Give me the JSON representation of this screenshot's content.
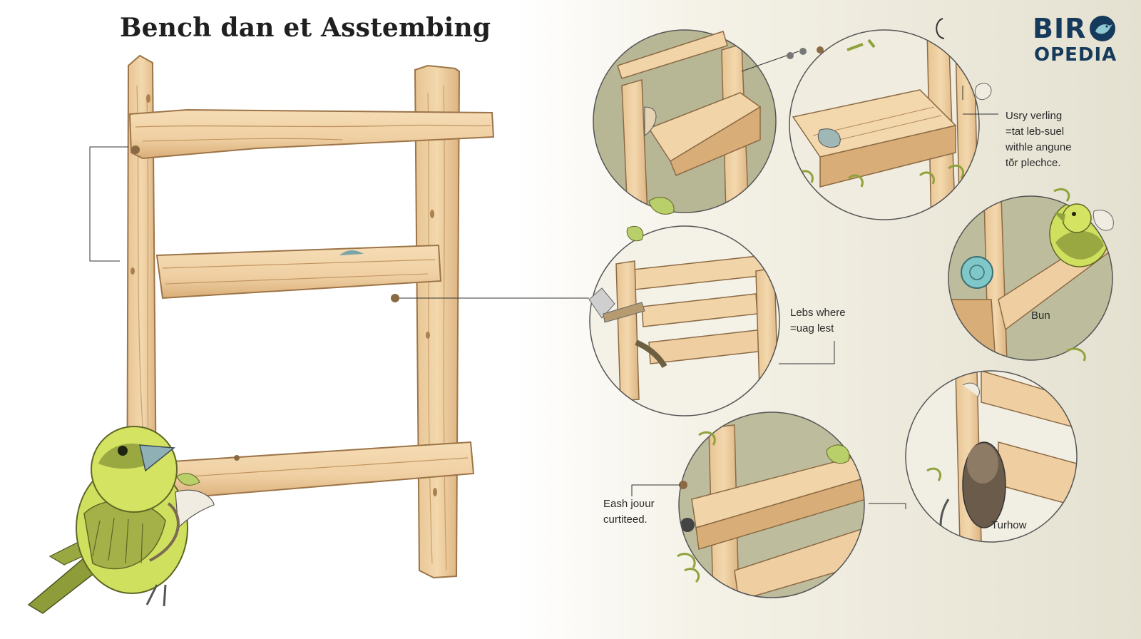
{
  "title": "Bench dan et Asstembing",
  "logo": {
    "line1": "BIR",
    "line2": "OPEDIA",
    "icon": "bird-in-circle-icon",
    "color": "#163a5c"
  },
  "callouts": {
    "top_right": [
      "Usry verling",
      "=tat leb-suel",
      "withle angune",
      "tŏr plechce."
    ],
    "middle": [
      "Lebs where",
      "=uag lest"
    ],
    "right_mid": [
      "Bun"
    ],
    "bottom_left": [
      "Eash joʋur",
      "curtiteed."
    ],
    "bottom_right": [
      "Turhow"
    ]
  },
  "colors": {
    "wood": "#efcfa2",
    "wood_dark": "#c99a62",
    "bird": "#c9dc5a",
    "background_right": "#e9e6d6"
  }
}
